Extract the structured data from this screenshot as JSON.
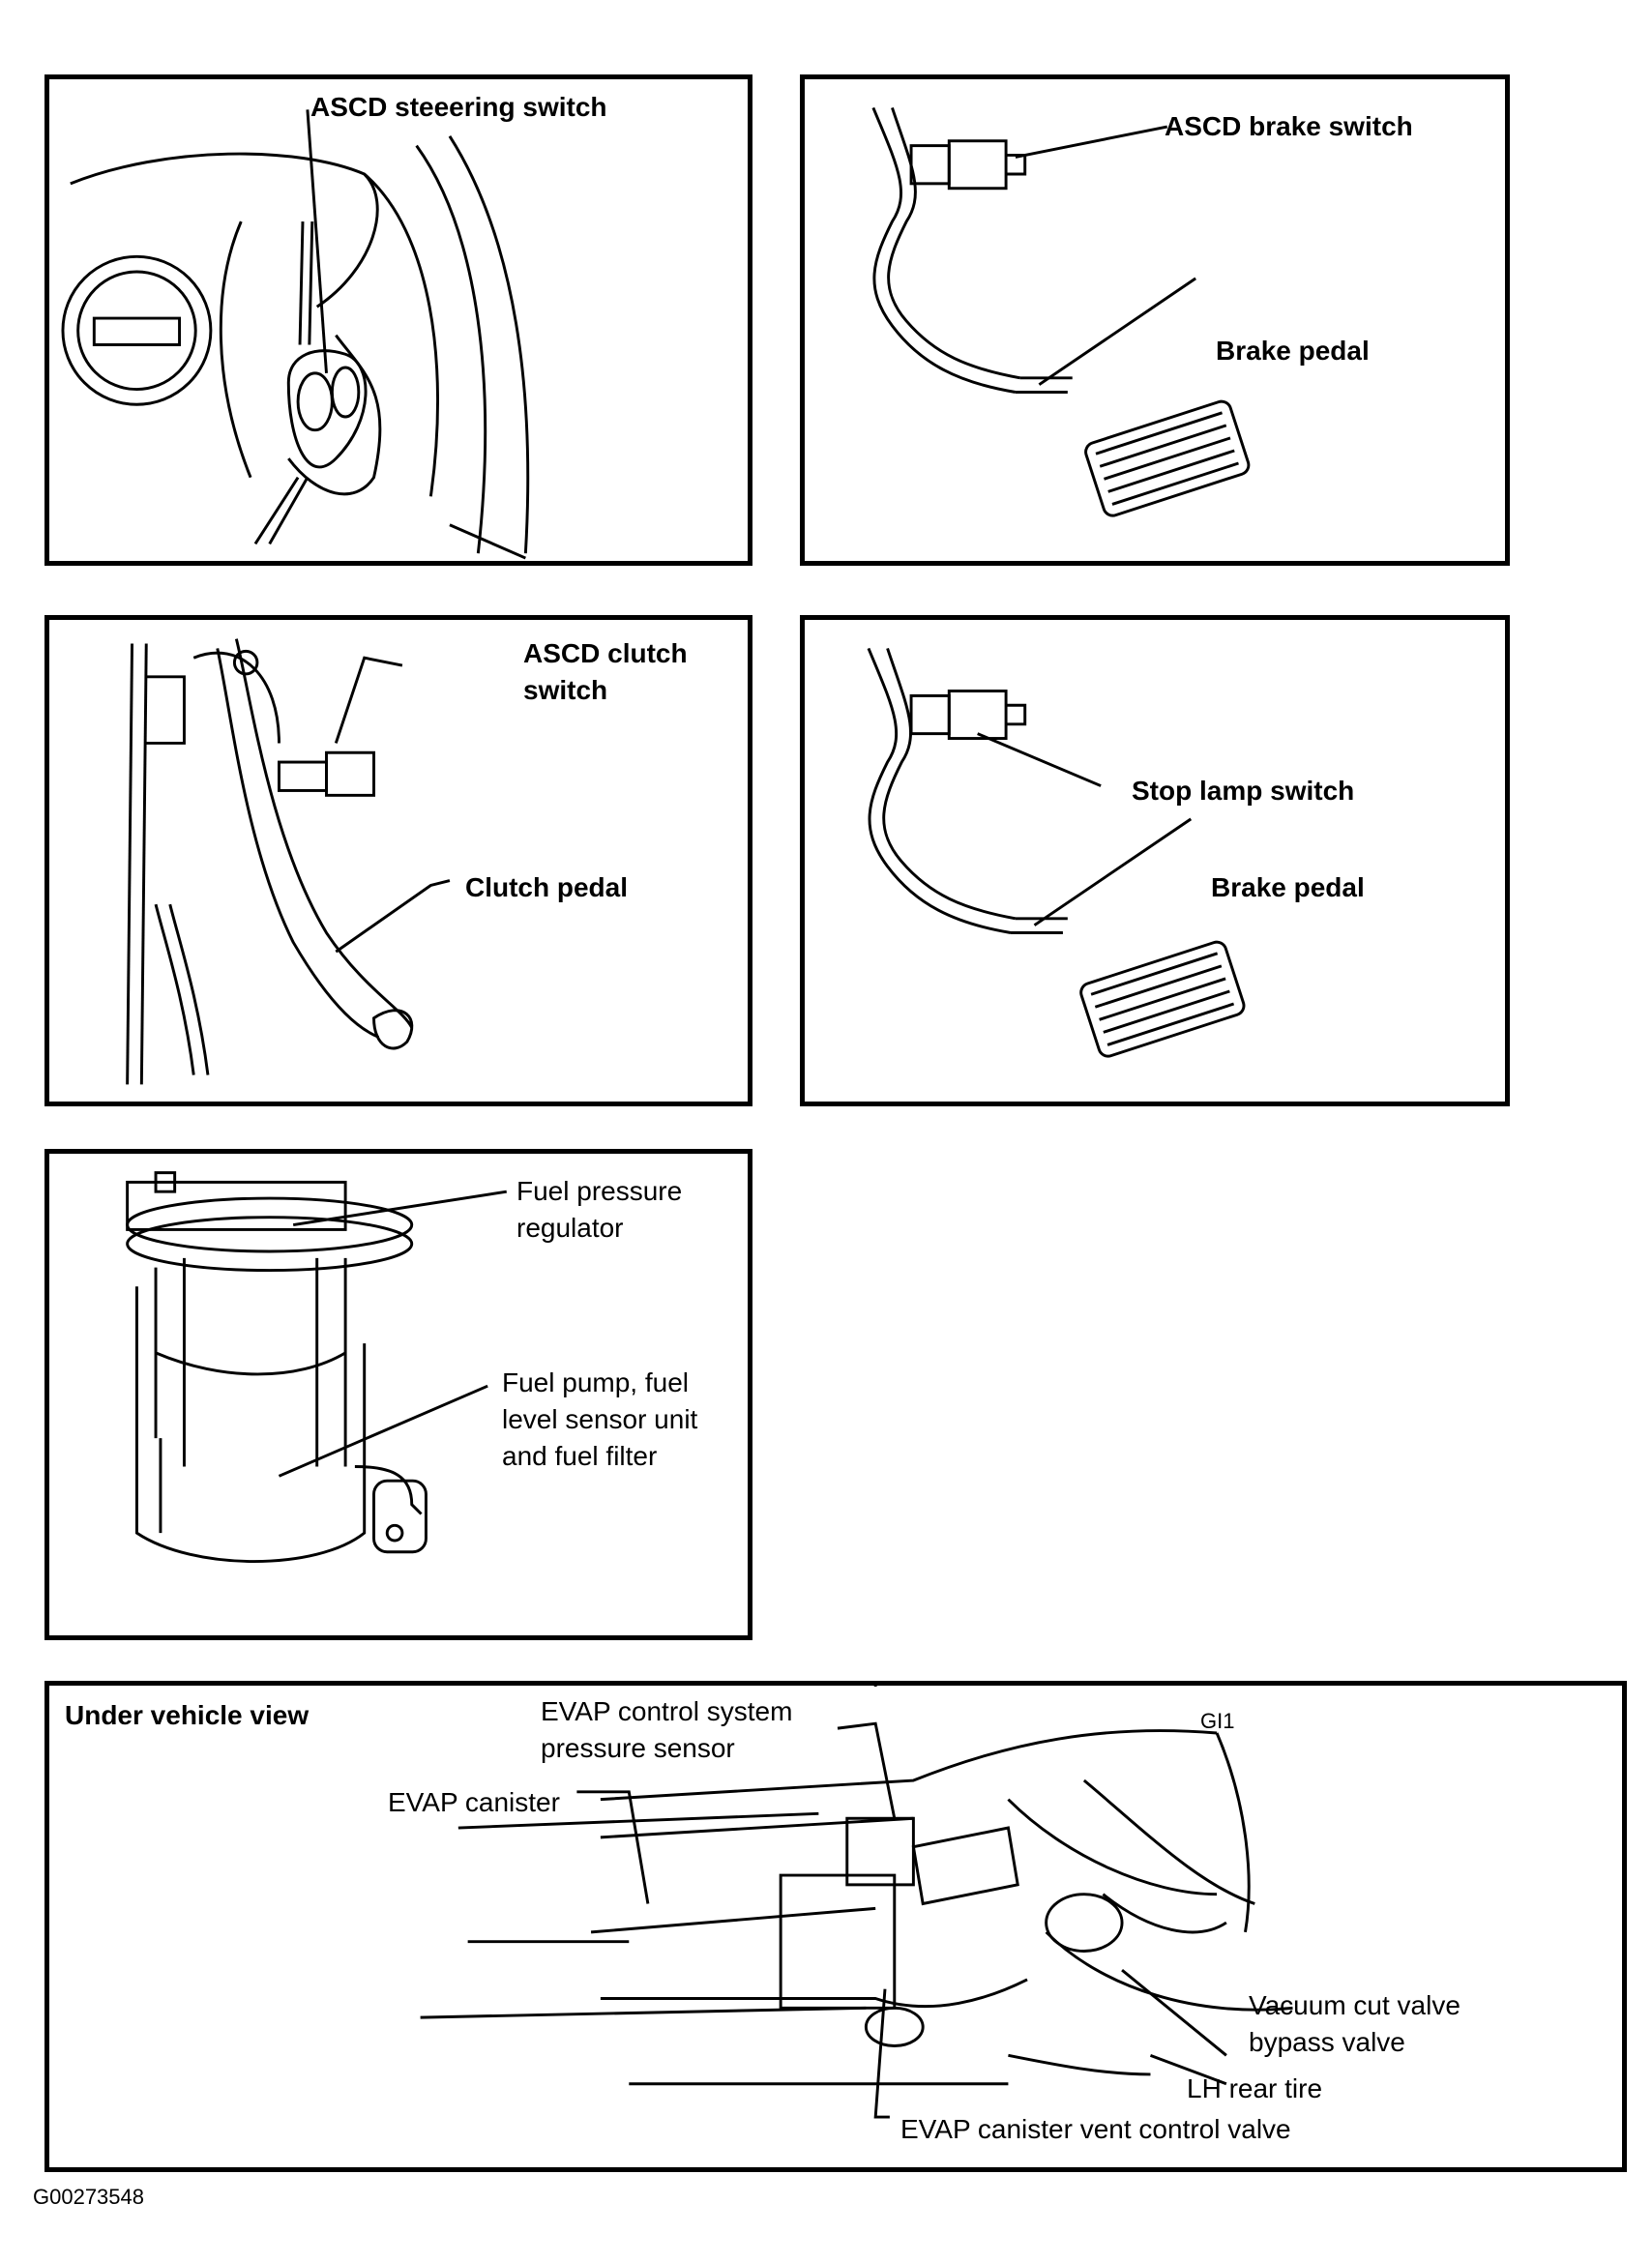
{
  "panels": {
    "steering": {
      "label": "ASCD steeering switch"
    },
    "brake_switch": {
      "label_switch": "ASCD brake switch",
      "label_pedal": "Brake pedal"
    },
    "clutch": {
      "label_switch": [
        "ASCD clutch",
        "switch"
      ],
      "label_pedal": "Clutch pedal"
    },
    "stop_lamp": {
      "label_switch": "Stop lamp switch",
      "label_pedal": "Brake pedal"
    },
    "fuel_pump": {
      "label_regulator": [
        "Fuel pressure",
        "regulator"
      ],
      "label_pump": [
        "Fuel pump, fuel",
        "level sensor unit",
        "and fuel filter"
      ]
    },
    "under_vehicle": {
      "title": "Under vehicle view",
      "label_sensor": [
        "EVAP control system",
        "pressure sensor"
      ],
      "label_canister": "EVAP canister",
      "label_vacuum": [
        "Vacuum cut valve",
        "bypass valve"
      ],
      "label_tire": "LH rear tire",
      "label_vent": "EVAP canister vent control valve",
      "marker": "GI1"
    }
  },
  "figure_id": "G00273548"
}
